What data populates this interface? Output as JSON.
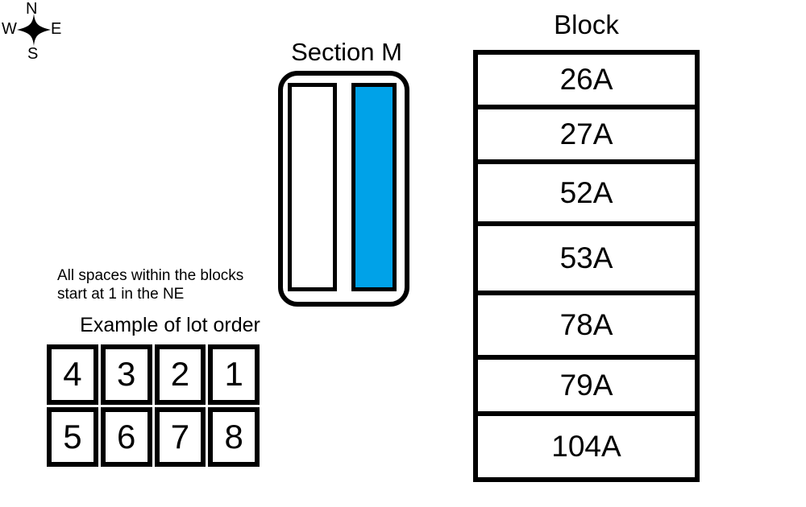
{
  "compass": {
    "north": "N",
    "south": "S",
    "east": "E",
    "west": "W"
  },
  "section_m": {
    "title": "Section M",
    "rows": [
      {
        "name": "west row",
        "fill": "#FFFFFF",
        "highlighted": false
      },
      {
        "name": "east row",
        "fill": "#00A2E8",
        "highlighted": true
      }
    ]
  },
  "notes": {
    "line1": "All spaces within the blocks",
    "line2": "start at 1 in the NE"
  },
  "lot_order_example": {
    "title": "Example of lot order",
    "rows": [
      [
        "4",
        "3",
        "2",
        "1"
      ],
      [
        "5",
        "6",
        "7",
        "8"
      ]
    ]
  },
  "block_list": {
    "title": "Block",
    "cells": [
      "26A",
      "27A",
      "52A",
      "53A",
      "78A",
      "79A",
      "104A"
    ]
  },
  "colors": {
    "highlight_blue": "#00A2E8",
    "line_black": "#000000"
  }
}
